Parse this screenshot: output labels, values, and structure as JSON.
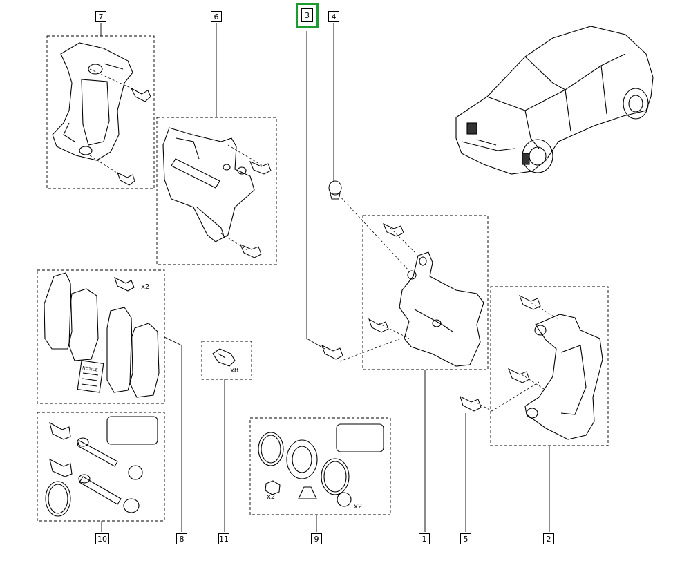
{
  "diagram": {
    "title": "Brake caliper exploded view",
    "callouts": {
      "c1": "1",
      "c2": "2",
      "c3": "3",
      "c4": "4",
      "c5": "5",
      "c6": "6",
      "c7": "7",
      "c8": "8",
      "c9": "9",
      "c10": "10",
      "c11": "11"
    },
    "highlighted_callout": "3",
    "quantities": {
      "pads_bolt": "x2",
      "clip": "x8",
      "kit9_bolt": "x2",
      "kit9_bushing": "x2"
    },
    "notice_label": "NOTICE",
    "highlight_color": "#1e9b2e"
  }
}
